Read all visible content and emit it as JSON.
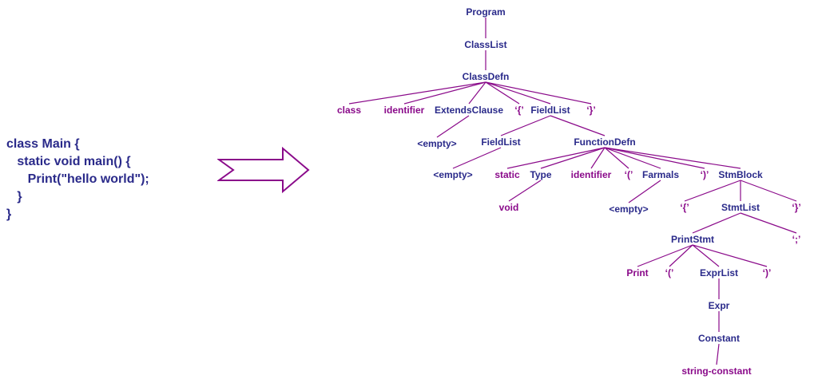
{
  "code_lines": [
    "class Main {",
    "   static void main() {",
    "      Print(\"hello world\");",
    "   }",
    "}"
  ],
  "colors": {
    "code_text": "#2a2a8a",
    "nonterminal": "#2a2a8a",
    "terminal": "#8a0a8a",
    "edges": "#8a0a8a",
    "arrow": "#8a0a8a"
  },
  "arrow_icon": "right-arrow-icon",
  "tree": {
    "nodes": [
      {
        "id": "program",
        "text": "Program",
        "kind": "nonterminal"
      },
      {
        "id": "classlist",
        "text": "ClassList",
        "kind": "nonterminal"
      },
      {
        "id": "classdefn",
        "text": "ClassDefn",
        "kind": "nonterminal"
      },
      {
        "id": "class_kw",
        "text": "class",
        "kind": "terminal"
      },
      {
        "id": "identifier1",
        "text": "identifier",
        "kind": "terminal"
      },
      {
        "id": "extendsclause",
        "text": "ExtendsClause",
        "kind": "nonterminal"
      },
      {
        "id": "lbrace1",
        "text": "‘{’",
        "kind": "terminal"
      },
      {
        "id": "fieldlist1",
        "text": "FieldList",
        "kind": "nonterminal"
      },
      {
        "id": "rbrace1",
        "text": "‘}’",
        "kind": "terminal"
      },
      {
        "id": "empty1",
        "text": "<empty>",
        "kind": "nonterminal"
      },
      {
        "id": "fieldlist2",
        "text": "FieldList",
        "kind": "nonterminal"
      },
      {
        "id": "functiondefn",
        "text": "FunctionDefn",
        "kind": "nonterminal"
      },
      {
        "id": "empty2",
        "text": "<empty>",
        "kind": "nonterminal"
      },
      {
        "id": "static_kw",
        "text": "static",
        "kind": "terminal"
      },
      {
        "id": "type",
        "text": "Type",
        "kind": "nonterminal"
      },
      {
        "id": "identifier2",
        "text": "identifier",
        "kind": "terminal"
      },
      {
        "id": "lparen1",
        "text": "‘(’",
        "kind": "terminal"
      },
      {
        "id": "farmals",
        "text": "Farmals",
        "kind": "nonterminal"
      },
      {
        "id": "rparen1",
        "text": "‘)’",
        "kind": "terminal"
      },
      {
        "id": "stmblock",
        "text": "StmBlock",
        "kind": "nonterminal"
      },
      {
        "id": "void_kw",
        "text": "void",
        "kind": "terminal"
      },
      {
        "id": "empty3",
        "text": "<empty>",
        "kind": "nonterminal"
      },
      {
        "id": "lbrace2",
        "text": "‘{’",
        "kind": "terminal"
      },
      {
        "id": "stmtlist",
        "text": "StmtList",
        "kind": "nonterminal"
      },
      {
        "id": "rbrace2",
        "text": "‘}’",
        "kind": "terminal"
      },
      {
        "id": "printstmt",
        "text": "PrintStmt",
        "kind": "nonterminal"
      },
      {
        "id": "semicolon",
        "text": "‘;’",
        "kind": "terminal"
      },
      {
        "id": "print_kw",
        "text": "Print",
        "kind": "terminal"
      },
      {
        "id": "lparen2",
        "text": "‘(’",
        "kind": "terminal"
      },
      {
        "id": "exprlist",
        "text": "ExprList",
        "kind": "nonterminal"
      },
      {
        "id": "rparen2",
        "text": "‘)’",
        "kind": "terminal"
      },
      {
        "id": "expr",
        "text": "Expr",
        "kind": "nonterminal"
      },
      {
        "id": "constant",
        "text": "Constant",
        "kind": "nonterminal"
      },
      {
        "id": "stringconstant",
        "text": "string-constant",
        "kind": "terminal"
      }
    ],
    "edges": [
      [
        "program",
        "classlist"
      ],
      [
        "classlist",
        "classdefn"
      ],
      [
        "classdefn",
        "class_kw"
      ],
      [
        "classdefn",
        "identifier1"
      ],
      [
        "classdefn",
        "extendsclause"
      ],
      [
        "classdefn",
        "lbrace1"
      ],
      [
        "classdefn",
        "fieldlist1"
      ],
      [
        "classdefn",
        "rbrace1"
      ],
      [
        "extendsclause",
        "empty1"
      ],
      [
        "fieldlist1",
        "fieldlist2"
      ],
      [
        "fieldlist1",
        "functiondefn"
      ],
      [
        "fieldlist2",
        "empty2"
      ],
      [
        "functiondefn",
        "static_kw"
      ],
      [
        "functiondefn",
        "type"
      ],
      [
        "functiondefn",
        "identifier2"
      ],
      [
        "functiondefn",
        "lparen1"
      ],
      [
        "functiondefn",
        "farmals"
      ],
      [
        "functiondefn",
        "rparen1"
      ],
      [
        "functiondefn",
        "stmblock"
      ],
      [
        "type",
        "void_kw"
      ],
      [
        "farmals",
        "empty3"
      ],
      [
        "stmblock",
        "lbrace2"
      ],
      [
        "stmblock",
        "stmtlist"
      ],
      [
        "stmblock",
        "rbrace2"
      ],
      [
        "stmtlist",
        "printstmt"
      ],
      [
        "stmtlist",
        "semicolon"
      ],
      [
        "printstmt",
        "print_kw"
      ],
      [
        "printstmt",
        "lparen2"
      ],
      [
        "printstmt",
        "exprlist"
      ],
      [
        "printstmt",
        "rparen2"
      ],
      [
        "exprlist",
        "expr"
      ],
      [
        "expr",
        "constant"
      ],
      [
        "constant",
        "stringconstant"
      ]
    ]
  }
}
